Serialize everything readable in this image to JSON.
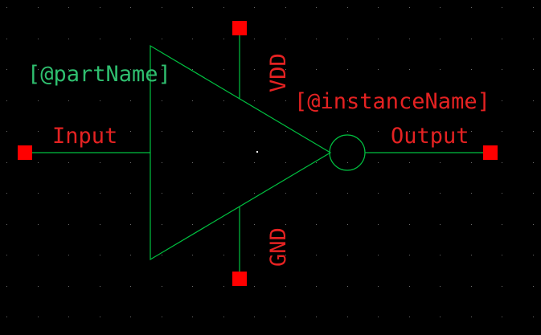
{
  "labels": {
    "part_name": "[@partName]",
    "instance_name": "[@instanceName]"
  },
  "pins": {
    "input": "Input",
    "output": "Output",
    "vdd": "VDD",
    "gnd": "GND"
  },
  "colors": {
    "background": "#000000",
    "wire": "#00c040",
    "pin": "#ff0000",
    "pin_text": "#e52222",
    "attr_text": "#2fbf6f",
    "grid_dot": "#6b6b6b"
  },
  "icons": {
    "pin_marker": "red-square",
    "inverter": "triangle-with-bubble"
  }
}
